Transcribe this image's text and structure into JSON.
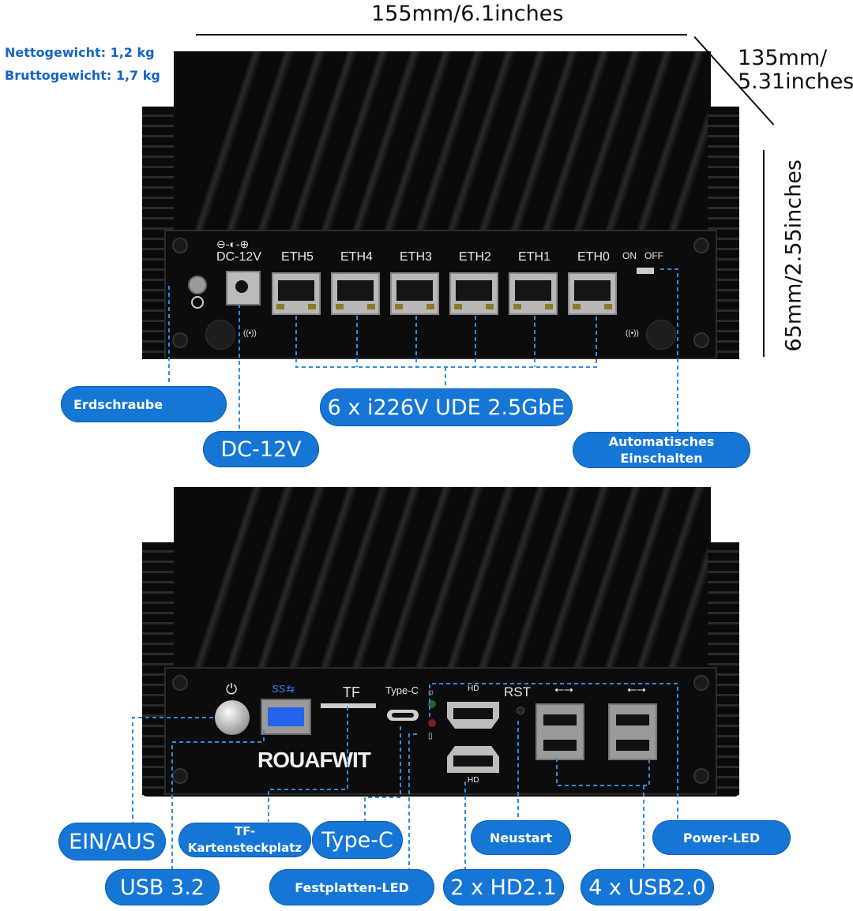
{
  "dimensions": {
    "width_label": "155mm/6.1inches",
    "depth_label_line1": "135mm/",
    "depth_label_line2": "5.31inches",
    "height_label": "65mm/2.55inches"
  },
  "weights": {
    "net": "Nettogewicht: 1,2 kg",
    "gross": "Bruttogewicht: 1,7 kg"
  },
  "rear_panel": {
    "dc_label": "DC-12V",
    "dc_polarity": "⊖-◐-⊕",
    "eth_ports": [
      "ETH5",
      "ETH4",
      "ETH3",
      "ETH2",
      "ETH1",
      "ETH0"
    ],
    "switch_on": "ON",
    "switch_off": "OFF"
  },
  "front_panel": {
    "brand": "ROUAFWIT",
    "tf_label": "TF",
    "typec_label": "Type-C",
    "rst_label": "RST"
  },
  "callouts": {
    "erdschraube": "Erdschraube",
    "dc12v": "DC-12V",
    "lan": "6 x i226V UDE 2.5GbE",
    "auto_on_line1": "Automatisches",
    "auto_on_line2": "Einschalten",
    "ein_aus": "EIN/AUS",
    "tf_slot": "TF-Kartensteckplatz",
    "typec": "Type-C",
    "neustart": "Neustart",
    "power_led": "Power-LED",
    "usb32": "USB 3.2",
    "hdd_led": "Festplatten-LED",
    "hdmi": "2 x HD2.1",
    "usb20": "4 x USB2.0"
  },
  "colors": {
    "accent": "#1576d6",
    "weight_text": "#1565c0",
    "device": "#0c0c0c"
  }
}
